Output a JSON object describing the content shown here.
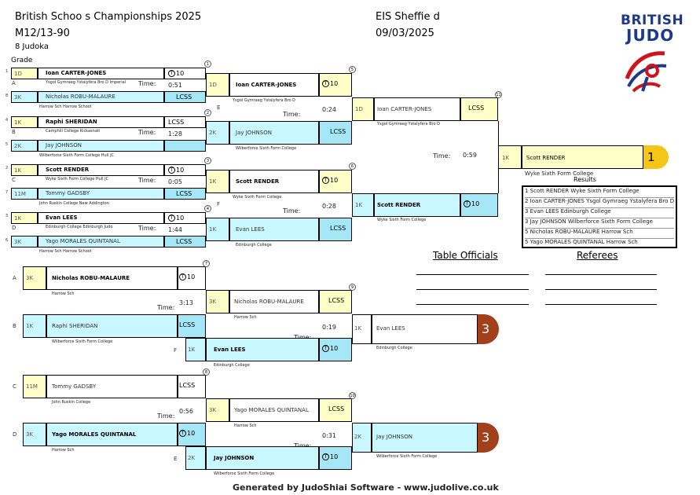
{
  "header": {
    "title": "British Schoo s Championships 2025",
    "category": "M12/13-90",
    "judoka": "8 Judoka",
    "grade_label": "Grade",
    "venue": "EIS Sheffie d",
    "date": "09/03/2025",
    "logo_line1": "BRITISH",
    "logo_line2": "JUDO"
  },
  "colors": {
    "yellow": "#ffffc8",
    "cyan": "#c8f7ff",
    "gold": "#f5c518",
    "bronze": "#a0411b"
  },
  "labels": {
    "time": "Time:",
    "table_officials": "Table Officials",
    "referees": "Referees",
    "results": "Results"
  },
  "left": {
    "rows": [
      {
        "num": "1",
        "pair": "A",
        "grade1": "1D",
        "name1": "Ioan CARTER-JONES",
        "score1": "10",
        "club1": "Ysgol Gymraeg Ystalyfera Bro D Imperial",
        "time": "0:51",
        "grade2": "3K",
        "name2": "Nicholas ROBU-MALAURE",
        "score2": "LCSS",
        "club2": "Harrow Sch Harrow School",
        "num2": "8",
        "circle": "1"
      },
      {
        "num": "4",
        "pair": "B",
        "grade1": "1K",
        "name1": "Raphi SHERIDAN",
        "score1": "LCSS",
        "club1": "Camphill College Kickasnati",
        "time": "1:28",
        "grade2": "2K",
        "name2": "Jay JOHNSON",
        "score2": "",
        "club2": "Wilberforce Sixth Form College Hull JC",
        "num2": "5",
        "circle": "2"
      },
      {
        "num": "2",
        "pair": "C",
        "grade1": "1K",
        "name1": "Scott RENDER",
        "score1": "10",
        "club1": "Wyke Sixth Form College Hull JC",
        "time": "0:05",
        "grade2": "11M",
        "name2": "Tommy GADSBY",
        "score2": "LCSS",
        "club2": "John Ruskin College New Addington",
        "num2": "7",
        "circle": "3"
      },
      {
        "num": "3",
        "pair": "D",
        "grade1": "1K",
        "name1": "Evan LEES",
        "score1": "10",
        "club1": "Edinburgh College Edinburgh Judo",
        "time": "1:44",
        "grade2": "3K",
        "name2": "Yago MORALES QUINTANAL",
        "score2": "LCSS",
        "club2": "Harrow Sch Harrow School",
        "num2": "6",
        "circle": "4"
      }
    ]
  },
  "middle": [
    {
      "pair": "E",
      "grade1": "1D",
      "name1": "Ioan CARTER-JONES",
      "score1": "10",
      "club1": "Ysgol Gymraeg Ystalyfera Bro D",
      "time": "0:24",
      "grade2": "2K",
      "name2": "Jay JOHNSON",
      "score2": "LCSS",
      "club2": "Wilberforce Sixth Form College",
      "circle": "5"
    },
    {
      "pair": "F",
      "grade1": "1K",
      "name1": "Scott RENDER",
      "score1": "10",
      "club1": "Wyke Sixth Form College",
      "time": "0:28",
      "grade2": "1K",
      "name2": "Evan LEES",
      "score2": "LCSS",
      "club2": "Edinburgh College",
      "circle": "6"
    }
  ],
  "final": {
    "grade1": "1D",
    "name1": "Ioan CARTER-JONES",
    "score1": "LCSS",
    "club1": "Ysgol Gymraeg Ystalyfera Bro D",
    "time": "0:59",
    "grade2": "1K",
    "name2": "Scott RENDER",
    "score2": "",
    "club2": "Wyke Sixth Form College",
    "circle": "11"
  },
  "winner": {
    "grade": "1K",
    "name": "Scott RENDER",
    "club": "Wyke Sixth Form College",
    "place": "1"
  },
  "results": [
    "1  Scott RENDER Wyke Sixth Form College",
    "2  Ioan CARTER-JONES Ysgol Gymraeg Ystalyfera Bro D",
    "3  Evan LEES Edinburgh College",
    "3  Jay JOHNSON Wilberforce Sixth Form College",
    "5  Nicholas ROBU-MALAURE Harrow Sch",
    "5  Yago MORALES QUINTANAL Harrow Sch"
  ],
  "repechage": {
    "top": {
      "a_pair": "A",
      "a_grade": "3K",
      "a_name": "Nicholas ROBU-MALAURE",
      "a_score": "10",
      "a_club": "Harrow Sch",
      "time1": "3:13",
      "circle1": "7",
      "b_pair": "B",
      "b_grade": "1K",
      "b_name": "Raphi SHERIDAN",
      "b_score": "LCSS",
      "b_club": "Wilberforce Sixth Form College",
      "w_grade": "3K",
      "w_name": "Nicholas ROBU-MALAURE",
      "w_score": "LCSS",
      "w_club": "Harrow Sch",
      "time2": "0:19",
      "circle2": "9",
      "f_pair": "F",
      "f_grade": "1K",
      "f_name": "Evan LEES",
      "f_score": "10",
      "f_club": "Edinburgh College",
      "r_grade": "1K",
      "r_name": "Evan LEES",
      "r_club": "Edinburgh College",
      "place": "3"
    },
    "bottom": {
      "c_pair": "C",
      "c_grade": "11M",
      "c_name": "Tommy GADSBY",
      "c_score": "LCSS",
      "c_club": "John Ruskin College",
      "time1": "0:56",
      "circle1": "8",
      "d_pair": "D",
      "d_grade": "3K",
      "d_name": "Yago MORALES QUINTANAL",
      "d_score": "10",
      "d_club": "Harrow Sch",
      "w_grade": "3K",
      "w_name": "Yago MORALES QUINTANAL",
      "w_score": "LCSS",
      "w_club": "Harrow Sch",
      "time2": "0:31",
      "circle2": "10",
      "e_pair": "E",
      "e_grade": "2K",
      "e_name": "Jay JOHNSON",
      "e_score": "10",
      "e_club": "Wilberforce Sixth Form College",
      "r_grade": "2K",
      "r_name": "Jay JOHNSON",
      "r_club": "Wilberforce Sixth Form College",
      "place": "3"
    }
  },
  "footer": "Generated by JudoShiai Software - www.judolive.co.uk"
}
